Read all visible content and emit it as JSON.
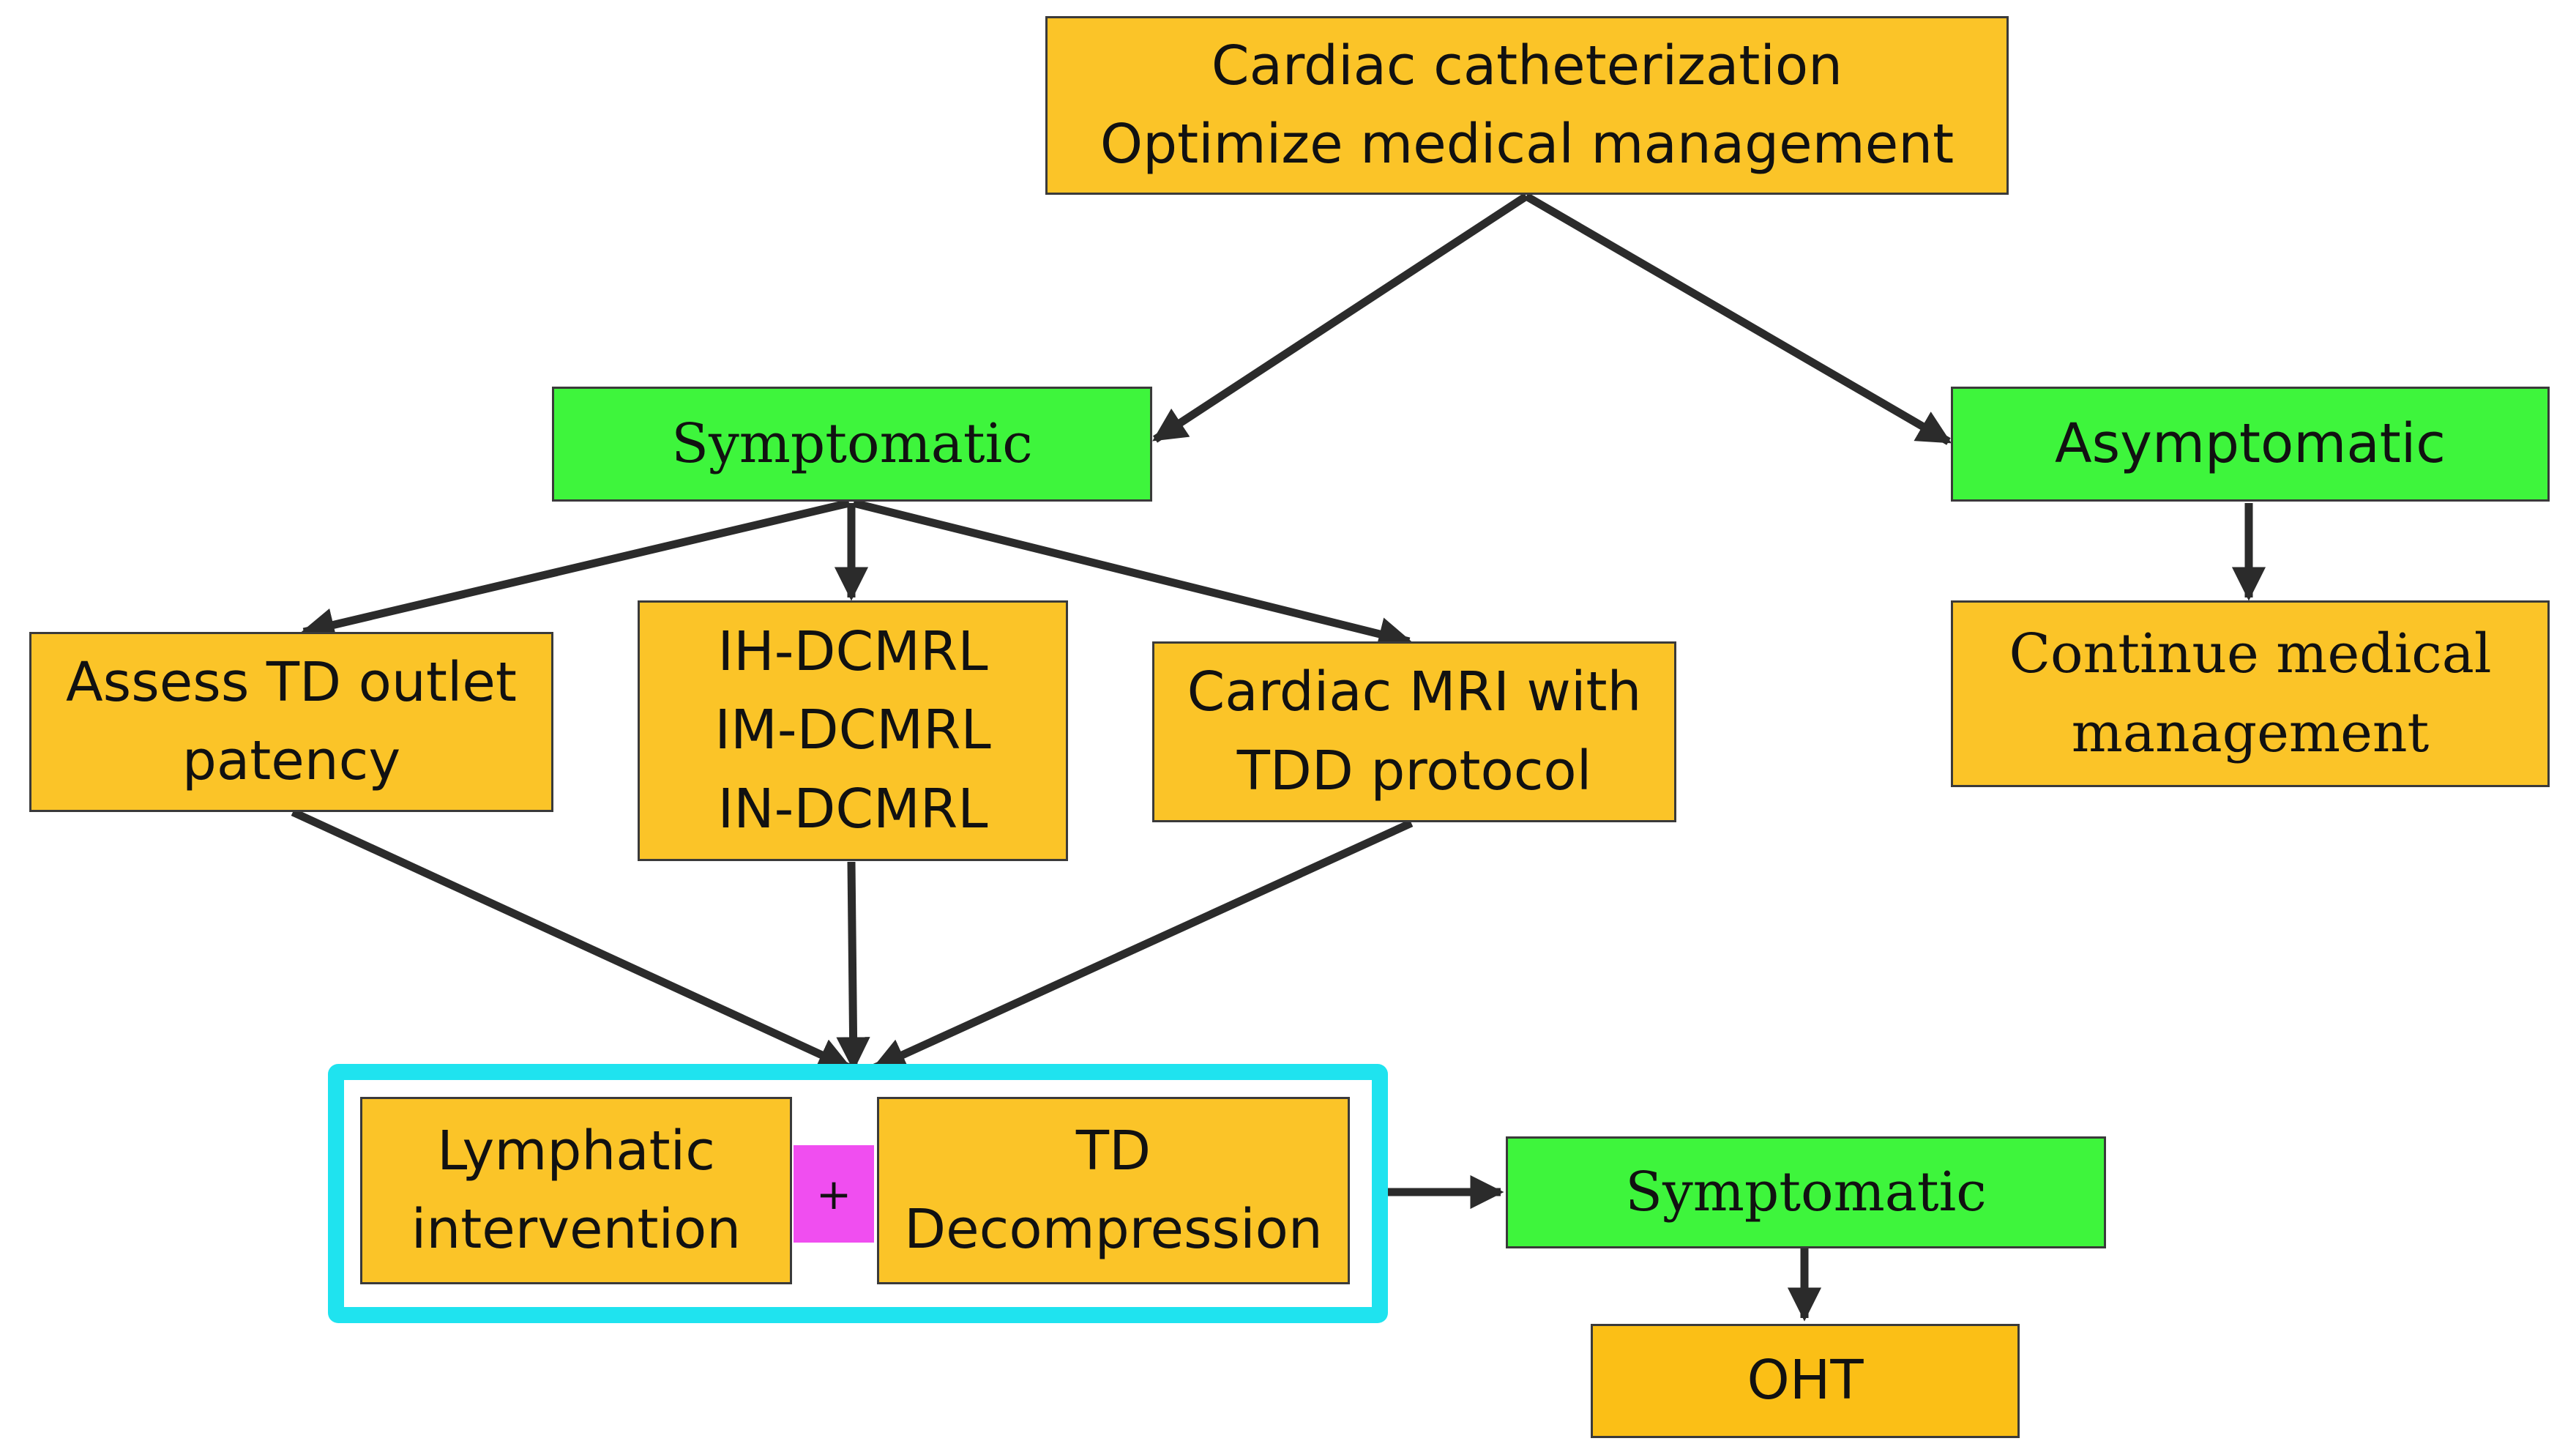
{
  "colors": {
    "orange": "#fbc428",
    "orange_oht": "#fbbf16",
    "green": "#3ef53c",
    "highlight": "#1fe3ef",
    "plus_badge": "#f04ef0",
    "arrow": "#2b2b2b"
  },
  "boxes": {
    "cath": {
      "lines": [
        "Cardiac catheterization",
        "Optimize medical management"
      ]
    },
    "symptomatic": {
      "lines": [
        "Symptomatic"
      ]
    },
    "asymptomatic": {
      "lines": [
        "Asymptomatic"
      ]
    },
    "assess": {
      "lines": [
        "Assess TD outlet",
        "patency"
      ]
    },
    "dcmrl": {
      "lines": [
        "IH-DCMRL",
        "IM-DCMRL",
        "IN-DCMRL"
      ]
    },
    "mri": {
      "lines": [
        "Cardiac MRI with",
        "TDD protocol"
      ]
    },
    "continue": {
      "lines": [
        "Continue medical",
        "management"
      ]
    },
    "lymphatic": {
      "lines": [
        "Lymphatic",
        "intervention"
      ]
    },
    "plus": "+",
    "td": {
      "lines": [
        "TD",
        "Decompression"
      ]
    },
    "symptomatic2": {
      "lines": [
        "Symptomatic"
      ]
    },
    "oht": {
      "lines": [
        "OHT"
      ]
    }
  }
}
